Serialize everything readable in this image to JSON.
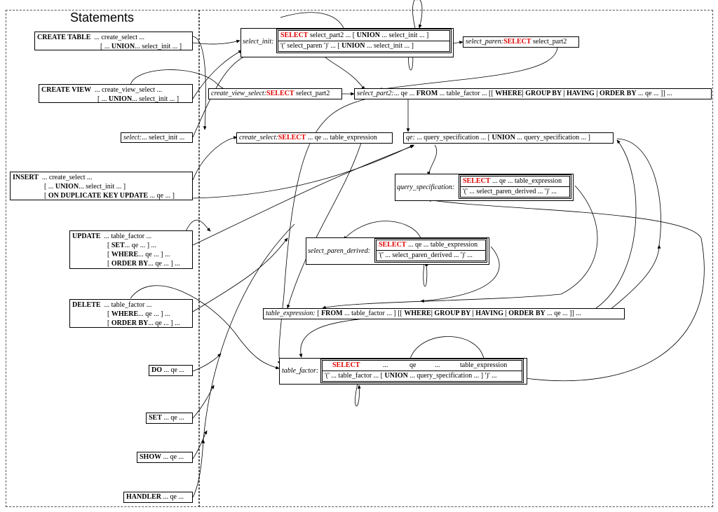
{
  "cluster_title": "Statements",
  "statements": {
    "create_table": {
      "kw": "CREATE TABLE",
      "l1": "... create_select ...",
      "l2a": "[ ... ",
      "l2kw": "UNION",
      "l2b": "... select_init ... ]"
    },
    "create_view": {
      "kw": "CREATE VIEW",
      "l1": "... create_view_select ...",
      "l2a": "[ ... ",
      "l2kw": "UNION",
      "l2b": "... select_init ... ]"
    },
    "select": {
      "name": "select:",
      "rest": "... select_init ..."
    },
    "insert": {
      "kw": "INSERT",
      "l1": "... create_select ...",
      "l2a": "[ ... ",
      "l2kw": "UNION",
      "l2b": "... select_init ... ]",
      "l3a": "[ ",
      "l3kw": "ON DUPLICATE KEY UPDATE",
      "l3b": " ... qe ... ]"
    },
    "update": {
      "kw": "UPDATE",
      "l1": "... table_factor ...",
      "l2a": "[ ",
      "l2kw": "SET",
      "l2b": "... qe ... ] ...",
      "l3a": "[ ",
      "l3kw": "WHERE",
      "l3b": "... qe ... ] ...",
      "l4a": "[ ",
      "l4kw": "ORDER BY",
      "l4b": "... qe ... ] ..."
    },
    "delete": {
      "kw": "DELETE",
      "l1": "... table_factor ...",
      "l2a": "[ ",
      "l2kw": "WHERE",
      "l2b": "... qe ... ] ...",
      "l3a": "[ ",
      "l3kw": "ORDER BY",
      "l3b": "... qe ... ] ..."
    },
    "do": {
      "kw": "DO",
      "rest": " ... qe ..."
    },
    "set": {
      "kw": "SET",
      "rest": " ... qe ..."
    },
    "show": {
      "kw": "SHOW",
      "rest": " ... qe ..."
    },
    "handler": {
      "kw": "HANDLER",
      "rest": " ... qe ..."
    }
  },
  "rules": {
    "select_init": {
      "name": "select_init:",
      "r1sel": "SELECT",
      "r1a": " select_part2 ... [ ",
      "r1kw": "UNION",
      "r1b": " ... select_init ... ]",
      "r2a": "'(' select_paren ')' ... [ ",
      "r2kw": "UNION",
      "r2b": " ... select_init ... ]"
    },
    "select_paren": {
      "name": "select_paren:",
      "sel": "SELECT",
      "rest": " select_part2"
    },
    "create_view_select": {
      "name": "create_view_select:",
      "sel": "SELECT",
      "rest": " select_part2"
    },
    "select_part2": {
      "name": "select_part2:",
      "a": "... qe ... ",
      "kw1": "FROM",
      "b": " ... table_factor ... [[ ",
      "kw2": "WHERE|  GROUP BY |  HAVING |  ORDER BY",
      "c": " ... qe ... ]] ..."
    },
    "create_select": {
      "name": "create_select:",
      "sel": "SELECT",
      "rest": " ... qe ... table_expression"
    },
    "qe": {
      "name": "qe:",
      "a": " ... query_specification ... [ ",
      "kw": "UNION",
      "b": " ... query_specification ... ]"
    },
    "query_specification": {
      "name": "query_specification:",
      "r1sel": "SELECT",
      "r1rest": " ... qe ... table_expression",
      "r2": "'(' ... select_paren_derived ... ')' ..."
    },
    "select_paren_derived": {
      "name": "select_paren_derived:",
      "r1sel": "SELECT",
      "r1rest": " ... qe ... table_expression",
      "r2": "'(' ... select_paren_derived ... ')' ..."
    },
    "table_expression": {
      "name": "table_expression:",
      "a": " [ ",
      "kw1": "FROM",
      "b": " ... table_factor ... ]  [[ ",
      "kw2": "WHERE|  GROUP BY |  HAVING |  ORDER BY",
      "c": " ... qe ... ]] ..."
    },
    "table_factor": {
      "name": "table_factor:",
      "r1sel": "SELECT",
      "r1a": "...",
      "r1b": "qe",
      "r1c": "...",
      "r1d": "table_expression",
      "r2a": "'(' ... table_factor ... [ ",
      "r2kw": "UNION",
      "r2b": " ... query_specification ... ] ')' ..."
    }
  }
}
